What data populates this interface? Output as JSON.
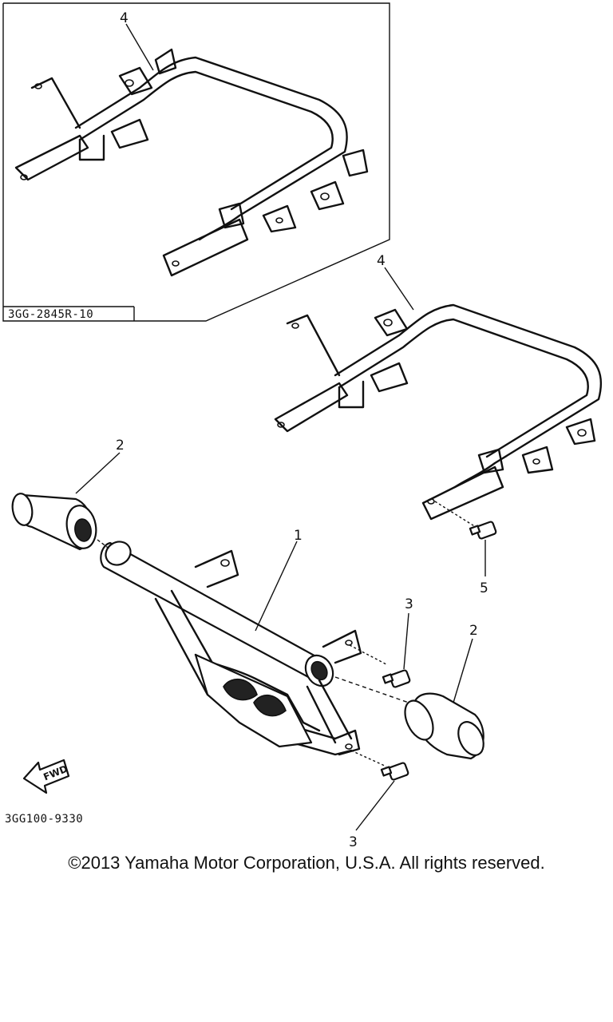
{
  "diagram": {
    "inset_ref": "3GG-2845R-10",
    "main_ref": "3GG100-9330",
    "fwd_label": "FWD",
    "callouts": {
      "c4_inset": "4",
      "c4_main": "4",
      "c2_left": "2",
      "c1": "1",
      "c5": "5",
      "c3_upper": "3",
      "c2_right": "2",
      "c3_lower": "3"
    }
  },
  "copyright": "©2013 Yamaha Motor Corporation, U.S.A. All rights reserved."
}
